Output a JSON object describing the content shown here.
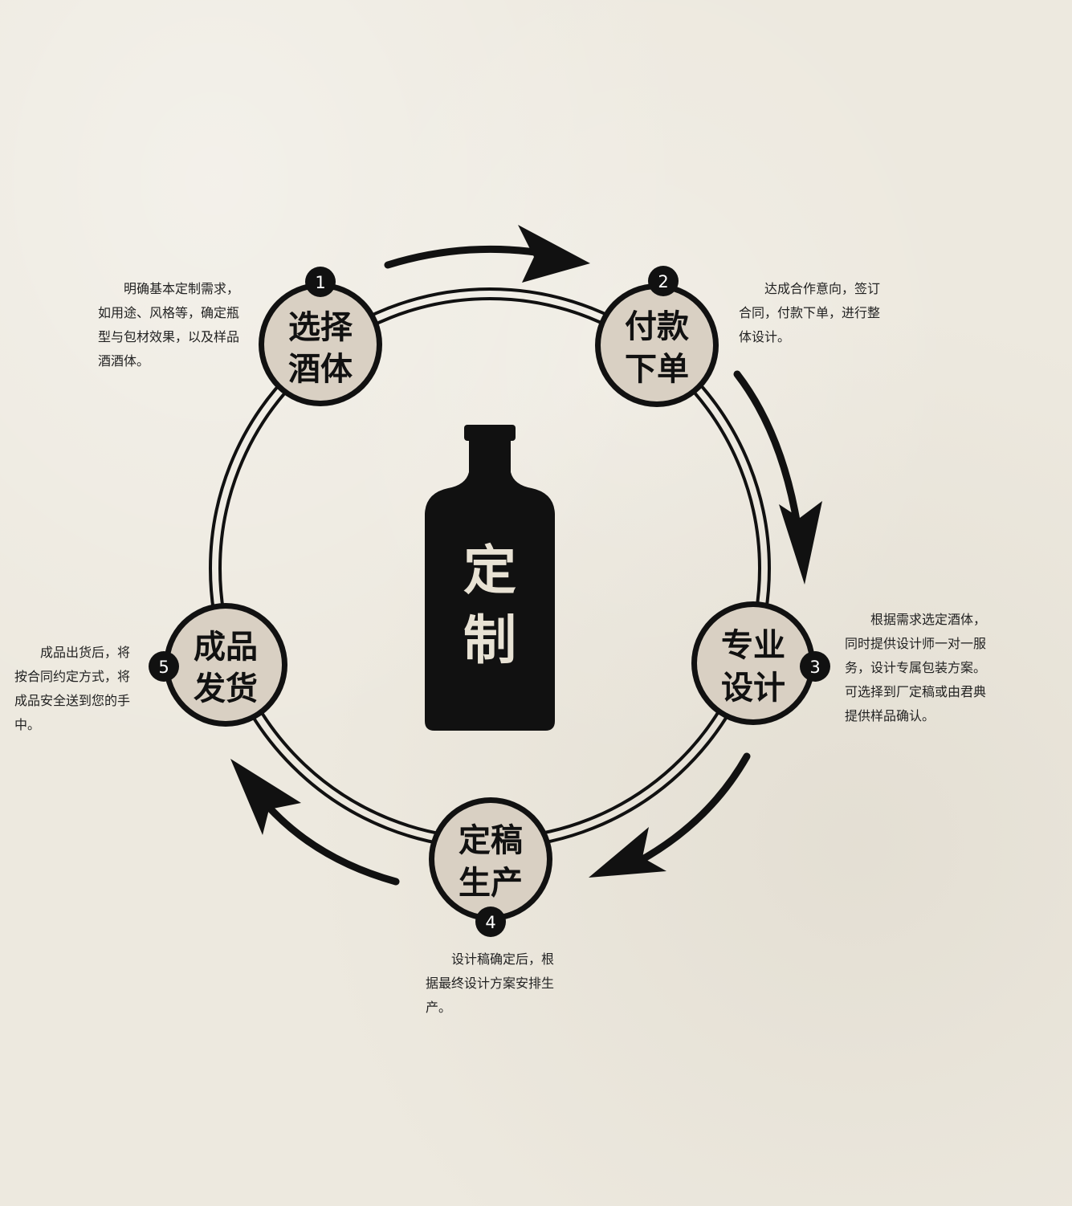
{
  "center": {
    "text_lines": [
      "定",
      "制"
    ]
  },
  "steps": [
    {
      "number": "1",
      "label_lines": [
        "选择",
        "酒体"
      ],
      "description": "明确基本定制需求，如用途、风格等，确定瓶型与包材效果，以及样品酒酒体。"
    },
    {
      "number": "2",
      "label_lines": [
        "付款",
        "下单"
      ],
      "description": "达成合作意向，签订合同，付款下单，进行整体设计。"
    },
    {
      "number": "3",
      "label_lines": [
        "专业",
        "设计"
      ],
      "description": "根据需求选定酒体，同时提供设计师一对一服务，设计专属包装方案。可选择到厂定稿或由君典提供样品确认。"
    },
    {
      "number": "4",
      "label_lines": [
        "定稿",
        "生产"
      ],
      "description": "设计稿确定后，根据最终设计方案安排生产。"
    },
    {
      "number": "5",
      "label_lines": [
        "成品",
        "发货"
      ],
      "description": "成品出货后，将按合同约定方式，将成品安全送到您的手中。"
    }
  ],
  "colors": {
    "ink": "#111111",
    "node_fill": "#d9d0c3",
    "bottle_text": "#e8e2d4",
    "background": "#ede9df"
  }
}
